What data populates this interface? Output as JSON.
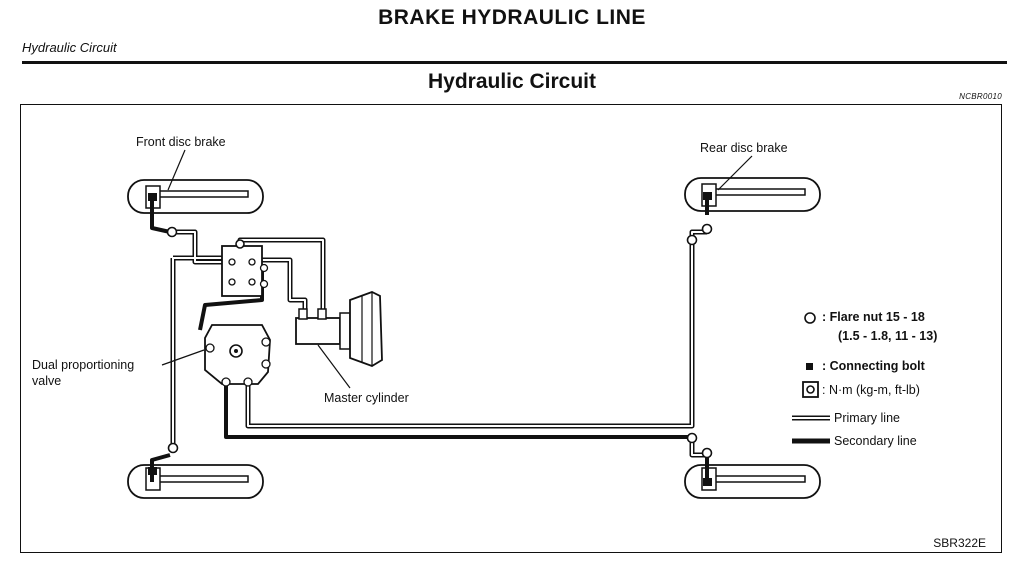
{
  "header": {
    "title": "BRAKE HYDRAULIC LINE",
    "section": "Hydraulic Circuit",
    "subtitle": "Hydraulic Circuit",
    "code": "NCBR0010"
  },
  "labels": {
    "front_disc_brake": "Front disc brake",
    "rear_disc_brake": "Rear disc brake",
    "dual_proportioning_valve_1": "Dual proportioning",
    "dual_proportioning_valve_2": "valve",
    "master_cylinder": "Master cylinder"
  },
  "legend": {
    "flare_nut_line1": ": Flare nut 15 - 18",
    "flare_nut_line2": "(1.5 - 1.8, 11 - 13)",
    "connecting_bolt": ": Connecting bolt",
    "torque_unit": ": N·m (kg-m, ft-lb)",
    "primary_line": "Primary line",
    "secondary_line": "Secondary line"
  },
  "figure_ref": "SBR322E"
}
